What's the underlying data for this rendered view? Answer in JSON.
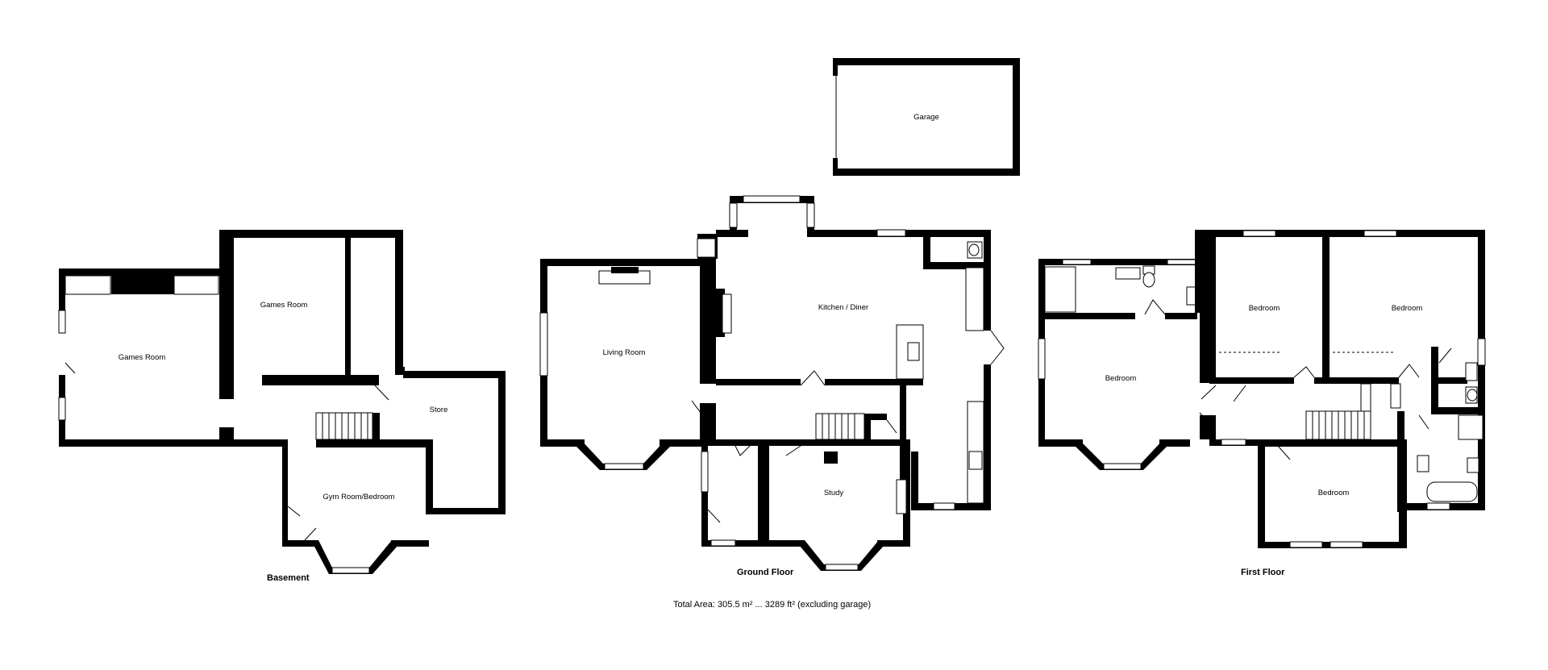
{
  "rooms": {
    "garage": "Garage",
    "games_room_left": "Games Room",
    "games_room_right": "Games Room",
    "store": "Store",
    "gym_room": "Gym Room/Bedroom",
    "living_room": "Living Room",
    "kitchen_diner": "Kitchen / Diner",
    "study": "Study",
    "bedroom_1": "Bedroom",
    "bedroom_2": "Bedroom",
    "bedroom_3": "Bedroom",
    "bedroom_4": "Bedroom"
  },
  "floors": {
    "basement": "Basement",
    "ground": "Ground Floor",
    "first": "First Floor"
  },
  "total_area": "Total Area: 305.5 m² ... 3289 ft² (excluding garage)"
}
